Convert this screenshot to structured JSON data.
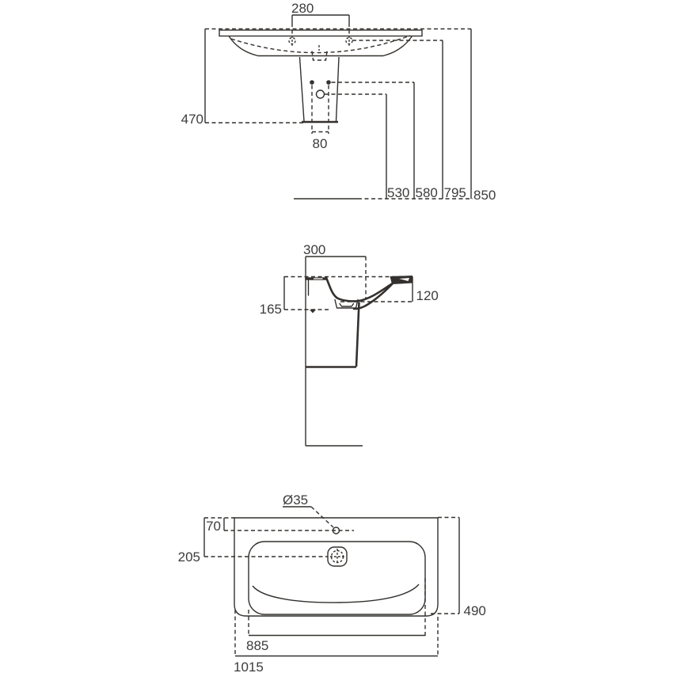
{
  "drawing": {
    "kind": "washbasin-with-semi-pedestal-dimension-drawing",
    "colors": {
      "line": "#33302d",
      "text": "#3c3c3c",
      "background": "#ffffff"
    },
    "views": {
      "front": {
        "dims": {
          "tap_centers": "280",
          "unit_height": "470",
          "pedestal_slot": "80",
          "h_siphon": "530",
          "h_fixing": "580",
          "h_deck": "795",
          "h_rim": "850"
        }
      },
      "side": {
        "dims": {
          "depth_top": "300",
          "drop_rear": "165",
          "apron": "120"
        }
      },
      "plan": {
        "dims": {
          "tap_hole_dia": "Ø35",
          "tap_offset": "70",
          "drain_offset": "205",
          "depth": "490",
          "bowl_width": "885",
          "width": "1015"
        }
      }
    }
  }
}
